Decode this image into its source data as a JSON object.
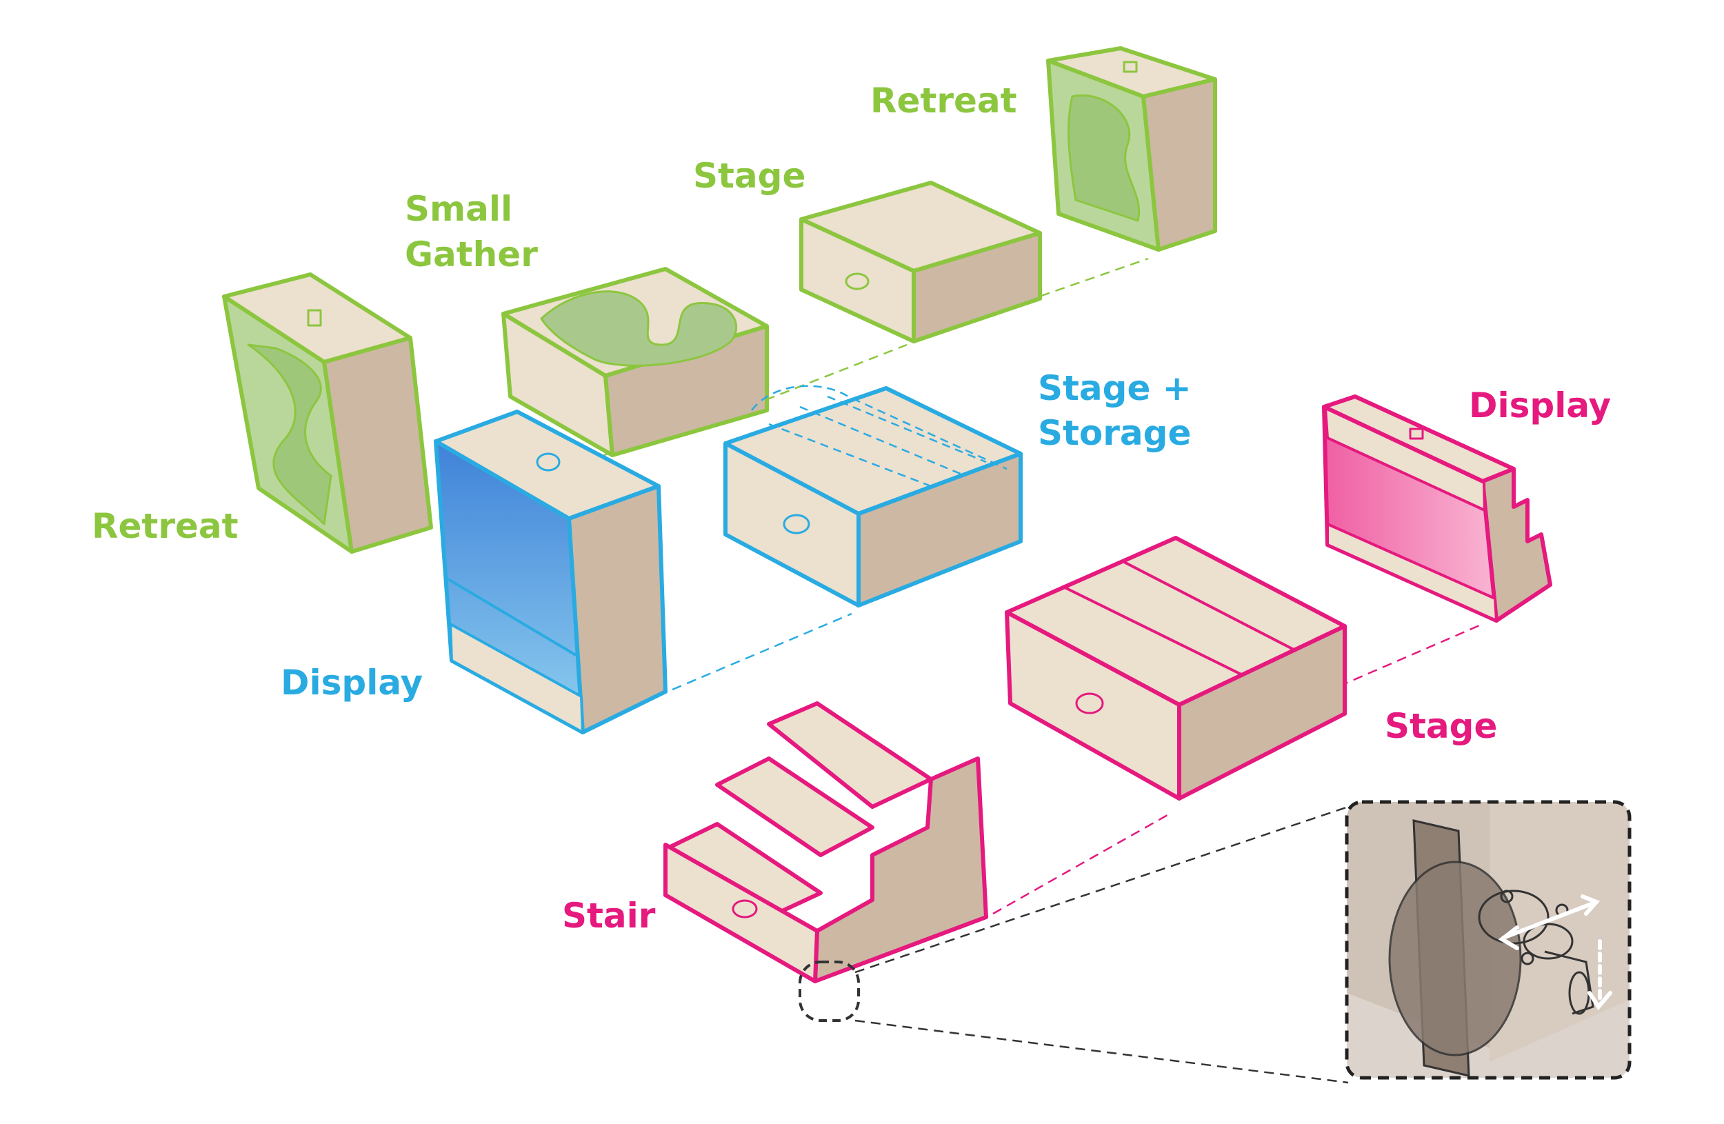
{
  "labels": {
    "retreat_left": "Retreat",
    "small_gather_line1": "Small",
    "small_gather_line2": "Gather",
    "stage_top": "Stage",
    "retreat_top": "Retreat",
    "display_blue": "Display",
    "stage_storage_line1": "Stage +",
    "stage_storage_line2": "Storage",
    "display_pink": "Display",
    "stage_pink": "Stage",
    "stair": "Stair"
  },
  "colors": {
    "green": "#8cc63f",
    "blue": "#29abe2",
    "pink": "#e5197e",
    "wood": "#ece0cf",
    "wood_side": "#cdb8a4",
    "inner_green": "#b9d79b",
    "inner_blue": "#5f9ee0",
    "inner_pink": "#f7a7cc",
    "detail_bg": "#dcd3cc"
  }
}
